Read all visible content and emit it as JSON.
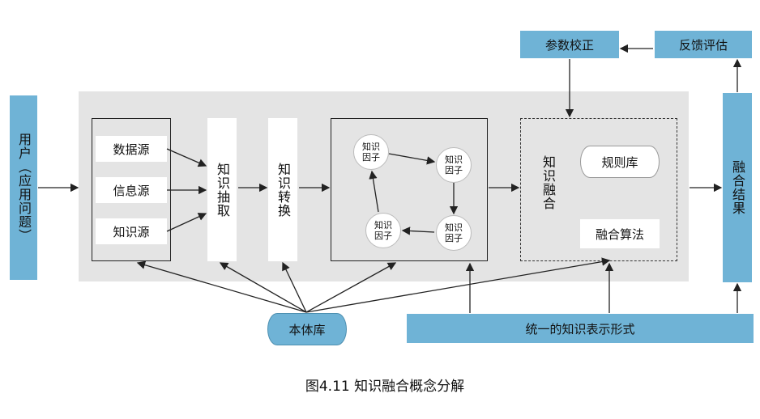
{
  "nodes": {
    "user": "用户（应用问题）",
    "data_source": "数据源",
    "info_source": "信息源",
    "knowledge_source": "知识源",
    "extraction": "知识抽取",
    "transformation": "知识转换",
    "factor_top_left": "知识因子",
    "factor_top_right": "知识因子",
    "factor_bottom_left": "知识因子",
    "factor_bottom_right": "知识因子",
    "fusion": "知识融合",
    "rule_base": "规则库",
    "fusion_algorithm": "融合算法",
    "result": "融合结果",
    "param_calibration": "参数校正",
    "feedback_eval": "反馈评估",
    "ontology": "本体库",
    "unified_representation": "统一的知识表示形式"
  },
  "caption": "图4.11 知识融合概念分解",
  "colors": {
    "accent": "#6fb3d6",
    "panel": "#e4e4e4",
    "stroke": "#222222"
  }
}
